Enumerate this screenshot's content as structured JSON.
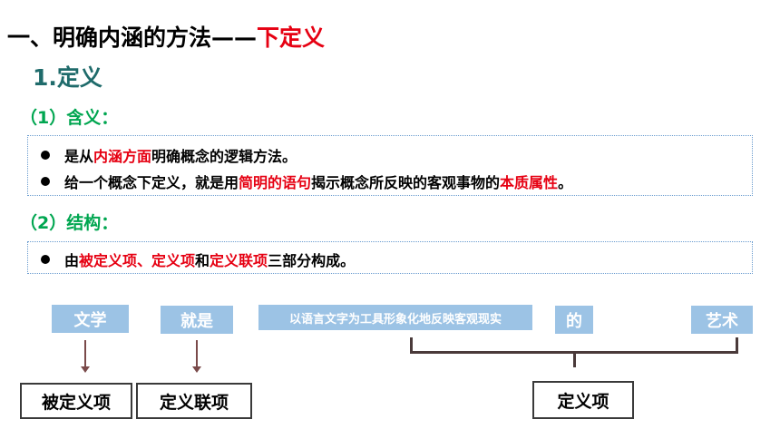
{
  "title": {
    "prefix": "一、明确内涵的方法——",
    "highlight": "下定义"
  },
  "section1": {
    "heading": "1.定义"
  },
  "meaning": {
    "heading": "（1）含义：",
    "bullets": [
      {
        "parts": [
          "是从",
          "内涵方面",
          "明确概念的逻辑方法。"
        ]
      },
      {
        "parts": [
          "给一个概念下定义，就是用",
          "简明的语句",
          "揭示概念所反映的客观事物的",
          "本质属性",
          "。"
        ]
      }
    ]
  },
  "structure": {
    "heading": "（2）结构：",
    "bullets": [
      {
        "parts": [
          "由",
          "被定义项、定义项",
          "和",
          "定义联项",
          "三部分构成。"
        ]
      }
    ]
  },
  "diagram": {
    "boxes": [
      "文学",
      "就是",
      "以语言文字为工具形象化地反映客观现实",
      "的",
      "艺术"
    ],
    "labels": [
      "被定义项",
      "定义联项",
      "定义项"
    ]
  },
  "colors": {
    "red": "#e60012",
    "green": "#00a650",
    "teal": "#1f6b6b",
    "lightblue": "#9cc3e5"
  }
}
